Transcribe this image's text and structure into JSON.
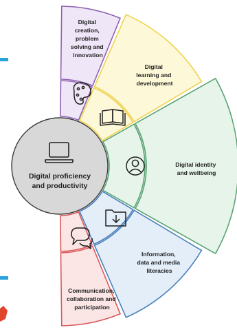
{
  "colors": {
    "creation": {
      "fill": "#efe6f7",
      "stroke": "#8f62b3"
    },
    "learning": {
      "fill": "#fdf8d8",
      "stroke": "#eed24f"
    },
    "identity": {
      "fill": "#e6f4ea",
      "stroke": "#5aa373"
    },
    "information": {
      "fill": "#e4eef9",
      "stroke": "#4a80bb"
    },
    "communication": {
      "fill": "#fbe5e5",
      "stroke": "#d95a5a"
    },
    "hub": {
      "fill": "#d8d8d8",
      "stroke": "#3c3c3c"
    },
    "accent": "#29a3dc",
    "badge": "#e1452b"
  },
  "hub": {
    "icon": "laptop-icon",
    "label_line1": "Digital proficiency",
    "label_line2": "and productivity"
  },
  "segments": {
    "creation": {
      "icon": "palette-icon",
      "lines": [
        "Digital",
        "creation,",
        "problem",
        "solving and",
        "innovation"
      ]
    },
    "learning": {
      "icon": "book-icon",
      "lines": [
        "Digital",
        "learning and",
        "development"
      ]
    },
    "identity": {
      "icon": "person-icon",
      "lines": [
        "Digital identity",
        "and wellbeing"
      ]
    },
    "information": {
      "icon": "folder-download-icon",
      "lines": [
        "Information,",
        "data and media",
        "literacies"
      ]
    },
    "communication": {
      "icon": "speech-bubbles-icon",
      "lines": [
        "Communication,",
        "collaboration and",
        "participation"
      ]
    }
  }
}
